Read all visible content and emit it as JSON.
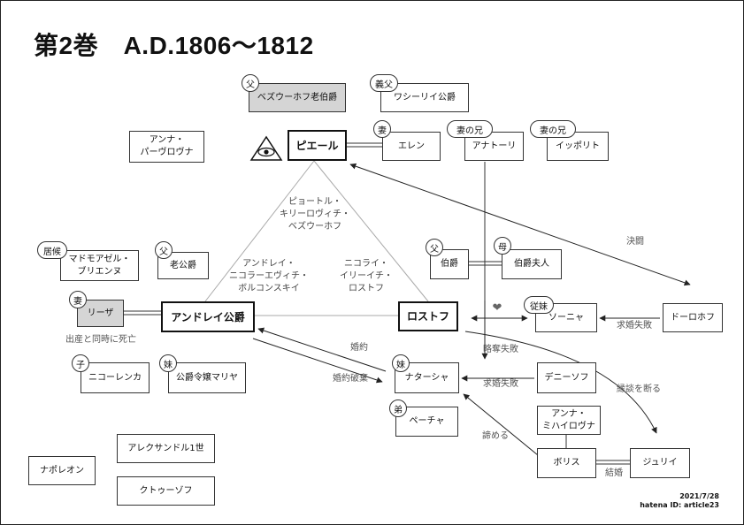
{
  "title": "第2巻　A.D.1806〜1812",
  "boxes": {
    "bezukhov_old": "ベズウーホフ老伯爵",
    "vasily": "ワシーリイ公爵",
    "anna_pavlovna": "アンナ・\nパーヴロヴナ",
    "pierre": "ピエール",
    "helene": "エレン",
    "anatole": "アナトーリ",
    "ippolit": "イッポリト",
    "bourienne": "マドモアゼル・\nブリエンヌ",
    "old_prince": "老公爵",
    "count": "伯爵",
    "countess": "伯爵夫人",
    "liza": "リーザ",
    "andrei": "アンドレイ公爵",
    "rostov": "ロストフ",
    "sonya": "ソーニャ",
    "dolokhov": "ドーロホフ",
    "nikolenka": "ニコーレンカ",
    "marya": "公爵令嬢マリヤ",
    "natasha": "ナターシャ",
    "denisov": "デニーソフ",
    "petya": "ペーチャ",
    "anna_mikhailovna": "アンナ・\nミハイロヴナ",
    "boris": "ボリス",
    "julie": "ジュリイ",
    "alexander": "アレクサンドル1世",
    "napoleon": "ナポレオン",
    "kutuzov": "クトゥーゾフ"
  },
  "badges": {
    "bezukhov_old": "父",
    "vasily": "義父",
    "helene": "妻",
    "anatole": "妻の兄",
    "ippolit": "妻の兄",
    "bourienne": "居候",
    "old_prince": "父",
    "count": "父",
    "countess": "母",
    "liza": "妻",
    "sonya": "従妹",
    "nikolenka": "子",
    "marya": "妹",
    "natasha": "妹",
    "petya": "弟"
  },
  "labels": {
    "pierre_full": "ピョートル・\nキリーロヴィチ・\nベズウーホフ",
    "andrei_full": "アンドレイ・\nニコラーエヴィチ・\nボルコンスキイ",
    "nikolai_full": "ニコライ・\nイリーイチ・\nロストフ",
    "duel": "決闘",
    "liza_death": "出産と同時に死亡",
    "proposal_fail_dolokhov": "求婚失敗",
    "engagement": "婚約",
    "broken_engagement": "婚約破棄",
    "abduction_fail": "略奪失敗",
    "proposal_fail_denisov": "求婚失敗",
    "refuse_match": "縁談を断る",
    "give_up": "諦める",
    "marriage": "結婚"
  },
  "heart": "❤",
  "eye_symbol": "eye-in-triangle-icon",
  "credit": {
    "date": "2021/7/28",
    "id": "hatena ID: article23"
  }
}
